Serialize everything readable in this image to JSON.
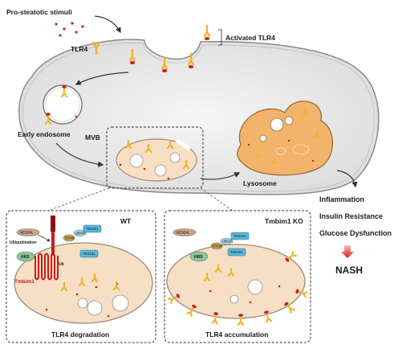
{
  "labels": {
    "stimuli": "Pro-steatotic stimuli",
    "tlr4": "TLR4",
    "activated_tlr4": "Activated TLR4",
    "early_endosome": "Early endosome",
    "mvb": "MVB",
    "lysosome": "Lysosome"
  },
  "outcomes": {
    "inflammation": "Inflammation",
    "insulin_resistance": "Insulin Resistance",
    "glucose_dysfunction": "Glucose Dysfunction",
    "nash": "NASH"
  },
  "panels": {
    "wt": {
      "tag": "WT",
      "caption": "TLR4 degradation",
      "nedd4l": "NEDD4L",
      "ubiquitination": "Ubiquitination",
      "ub": "Ub",
      "hrs": "HRS",
      "stam": "STAM",
      "ubap1": "UBAP1",
      "tsg101": "TSG101",
      "tmbim1": "Tmbim1"
    },
    "ko": {
      "tag": "Tmbim1 KO",
      "caption": "TLR4 accumulation",
      "nedd4l": "NEDD4L",
      "hrs": "HRS",
      "stam": "STAM",
      "ubap1": "UBAP1",
      "tsg101": "TSG101"
    }
  },
  "colors": {
    "cell_fill": "#eeeeee",
    "vesicle_fill": "#f7dfc5",
    "lysosome_fill": "#f2b46a",
    "receptor": "#f0b429",
    "ligand": "#cc2020",
    "hrs": "#8cc5a0",
    "tsg101": "#58b8d8",
    "tmbim1": "#d01818",
    "nash_arrow": "#e04040"
  }
}
